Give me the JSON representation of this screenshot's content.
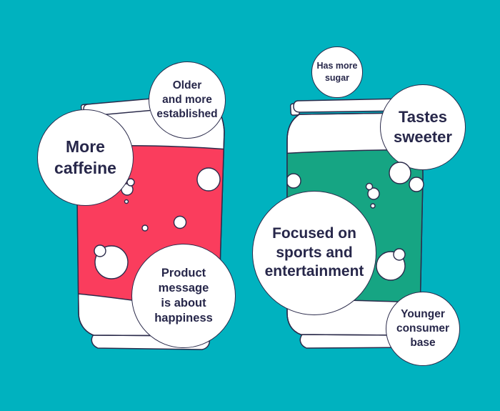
{
  "canvas": {
    "background_color": "#00b2bf",
    "outline_color": "#2b2b4b",
    "text_color": "#27274a"
  },
  "cans": [
    {
      "id": "left-can",
      "label_color": "#fa3d5d",
      "description": "red soda can"
    },
    {
      "id": "right-can",
      "label_color": "#16a583",
      "description": "green soda can"
    }
  ],
  "bubbles": {
    "older": {
      "text": "Older\nand more\nestablished"
    },
    "caffeine": {
      "text": "More\ncaffeine"
    },
    "product": {
      "text": "Product\nmessage\nis about\nhappiness"
    },
    "sugar": {
      "text": "Has more\nsugar"
    },
    "sweeter": {
      "text": "Tastes\nsweeter"
    },
    "focused": {
      "text": "Focused on\nsports and\nentertainment"
    },
    "younger": {
      "text": "Younger\nconsumer\nbase"
    }
  }
}
